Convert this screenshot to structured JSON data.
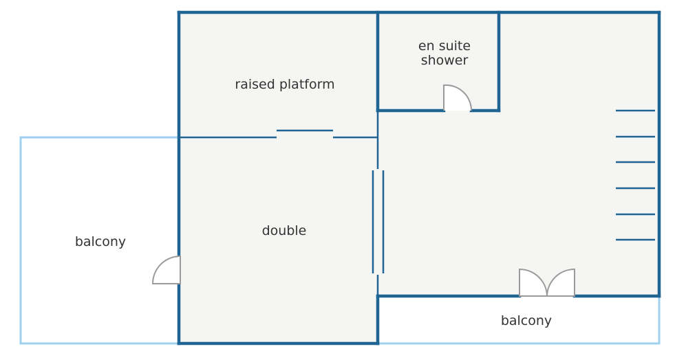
{
  "rooms": {
    "raised_platform": "raised platform",
    "en_suite_line1": "en suite",
    "en_suite_line2": "shower",
    "double": "double",
    "balcony_left": "balcony",
    "balcony_bottom": "balcony"
  },
  "colors": {
    "wall": "#1f6593",
    "balcony_outline": "#9fd2ef",
    "floor": "#f5f5f3",
    "door": "#9a9a9a",
    "label": "#333333",
    "background": "#ffffff"
  },
  "icons": {
    "door_swing": "door-swing-icon",
    "double_door": "double-door-icon",
    "sliding_door": "sliding-door-icon",
    "wardrobe_shelves": "shelf-lines-icon"
  }
}
